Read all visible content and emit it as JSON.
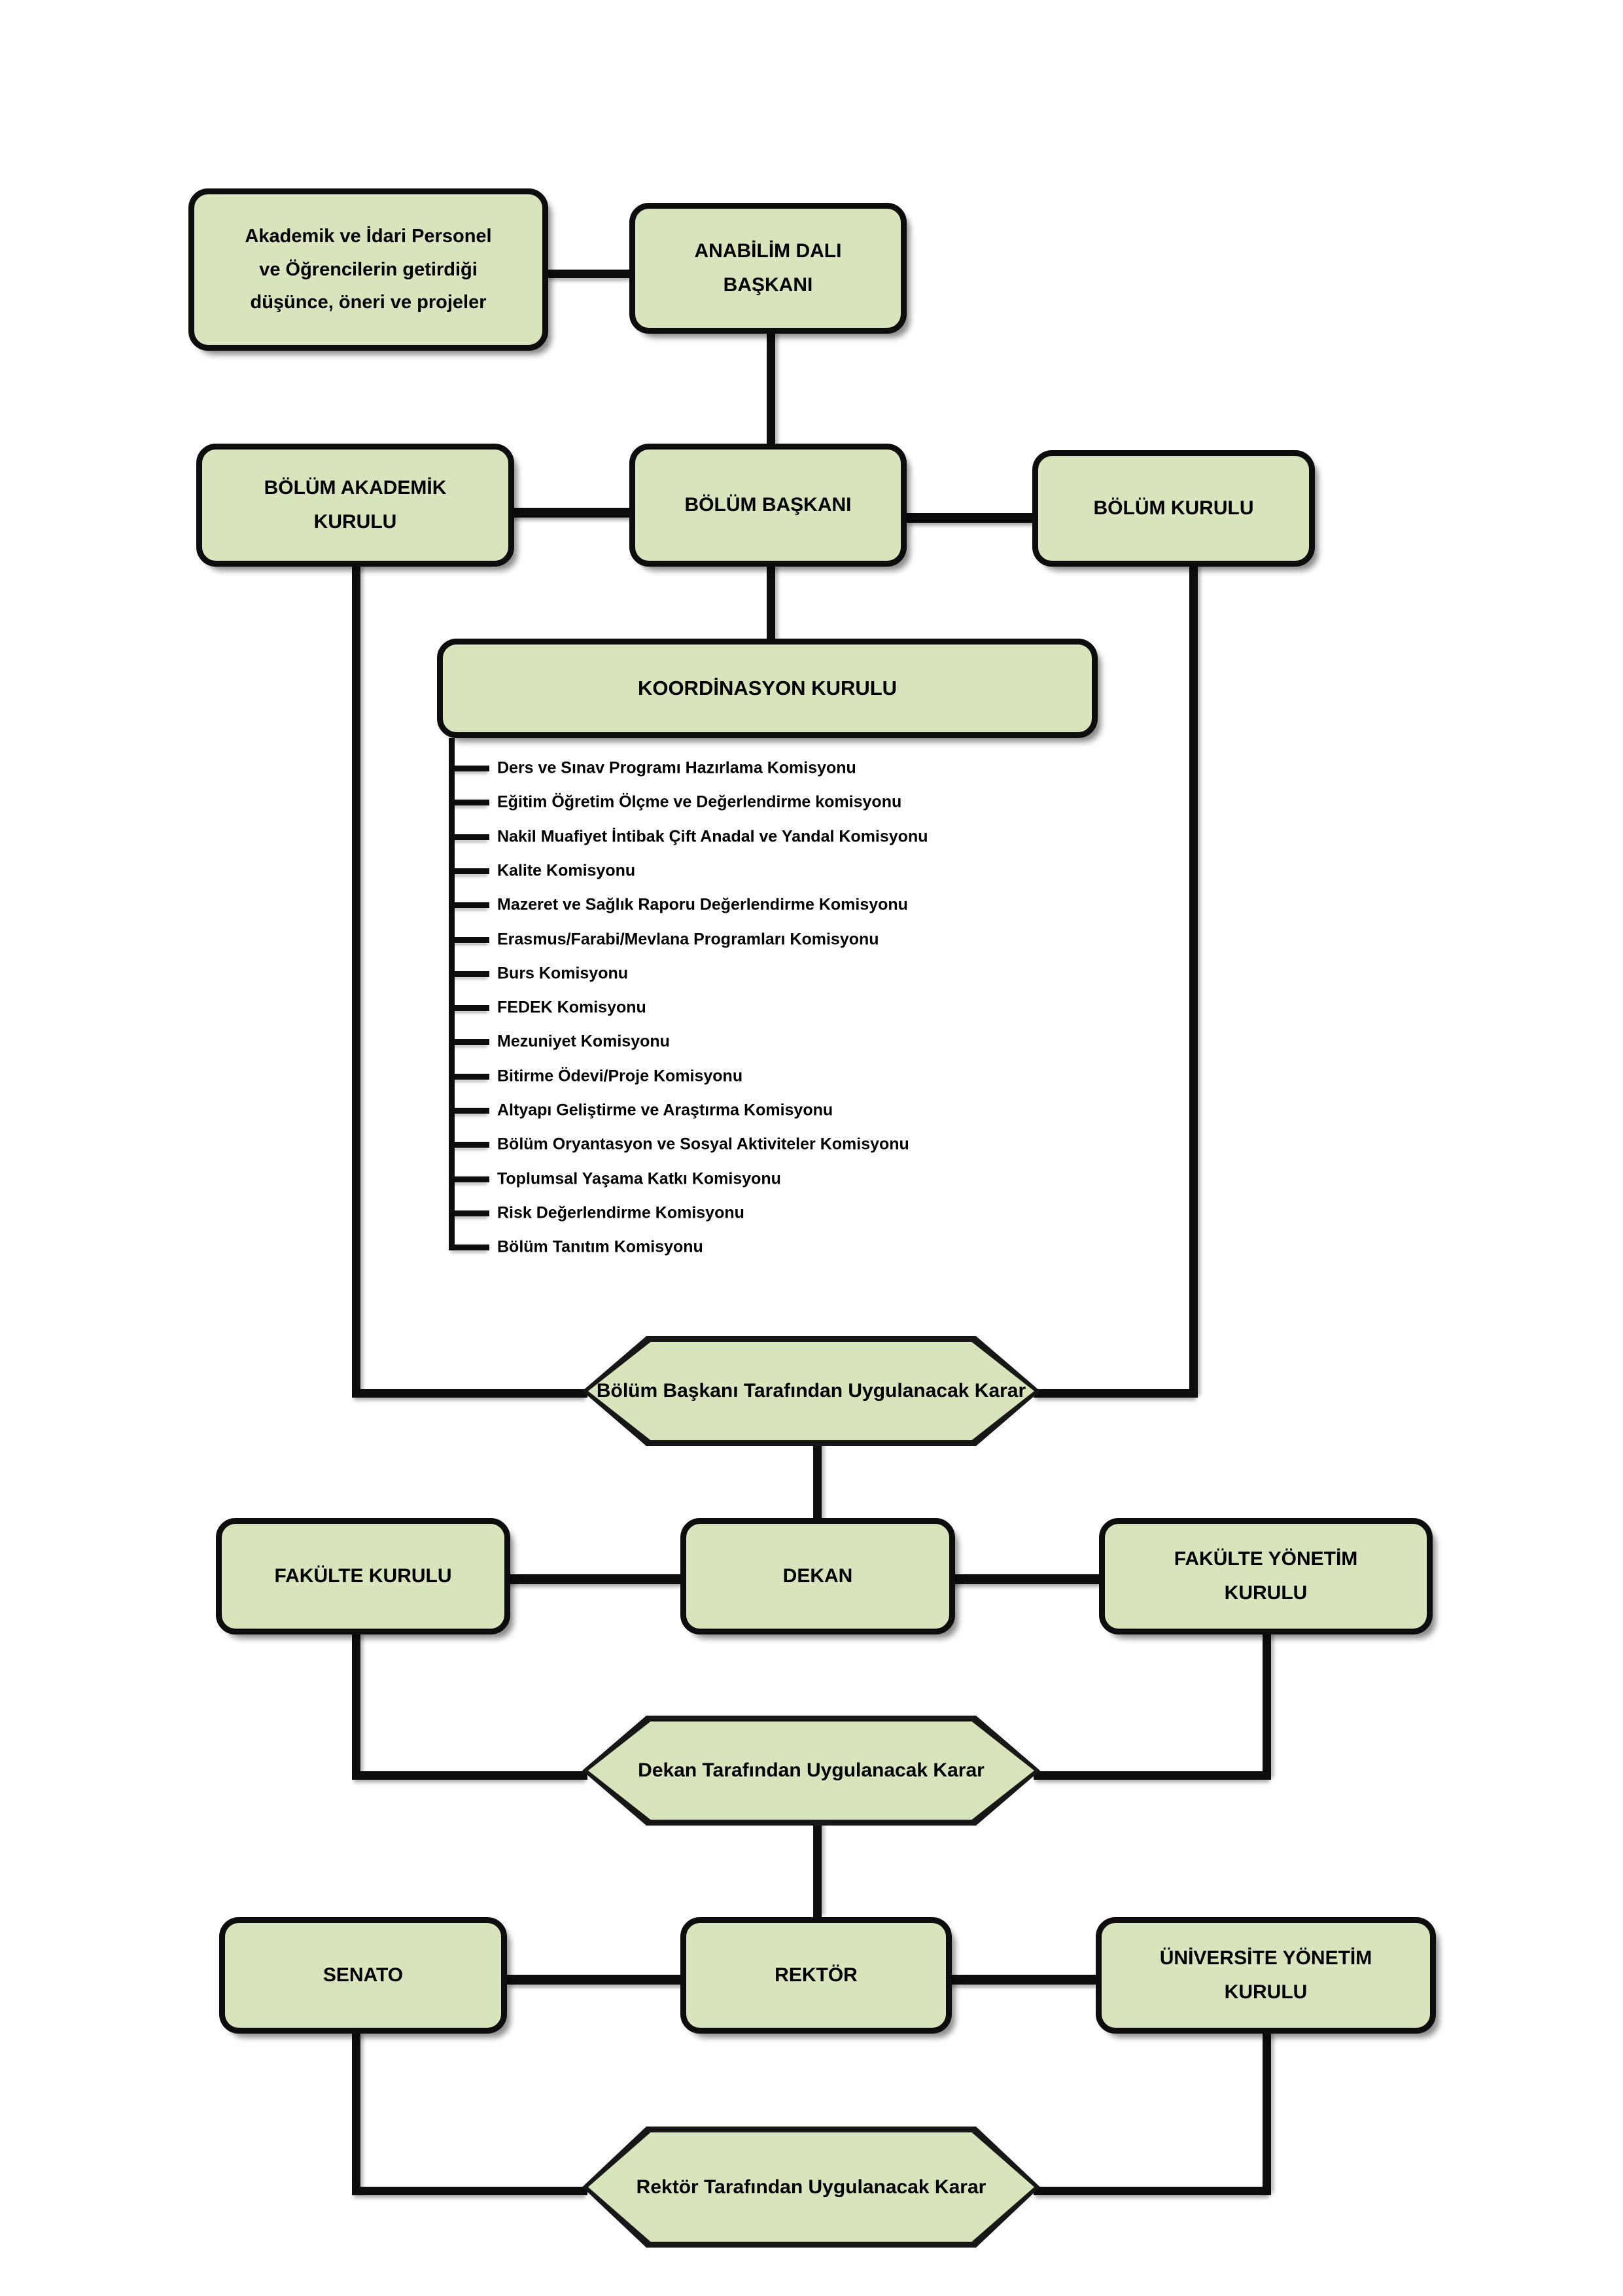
{
  "diagram": {
    "title": "Bölüm Karar Alma ve Uygulama Süreci Akış Şeması",
    "fill_color": "#D8E4BC",
    "border_color": "#0D0D0D",
    "nodes": {
      "input_box": "Akademik ve İdari Personel ve Öğrencilerin getirdiği düşünce, öneri ve projeler",
      "input_line1": "Akademik ve İdari Personel",
      "input_line2": "ve Öğrencilerin getirdiği",
      "input_line3": "düşünce, öneri ve projeler",
      "anabilim_line1": "ANABİLİM DALI",
      "anabilim_line2": "BAŞKANI",
      "bolum_akademik_line1": "BÖLÜM AKADEMİK",
      "bolum_akademik_line2": "KURULU",
      "bolum_baskani": "BÖLÜM BAŞKANI",
      "bolum_kurulu": "BÖLÜM KURULU",
      "koordinasyon": "KOORDİNASYON KURULU",
      "fakulte_kurulu": "FAKÜLTE KURULU",
      "dekan": "DEKAN",
      "fakulte_yonetim_line1": "FAKÜLTE YÖNETİM",
      "fakulte_yonetim_line2": "KURULU",
      "senato": "SENATO",
      "rektor": "REKTÖR",
      "universite_yonetim_line1": "ÜNİVERSİTE YÖNETİM",
      "universite_yonetim_line2": "KURULU"
    },
    "decisions": {
      "bolum_baskani_karar_line1": "Bölüm Başkanı Tarafından",
      "bolum_baskani_karar_line2": "Uygulanacak Karar",
      "dekan_karar_line1": "Dekan Tarafından",
      "dekan_karar_line2": "Uygulanacak Karar",
      "rektor_karar_line1": "Rektör Tarafından",
      "rektor_karar_line2": "Uygulanacak Karar"
    },
    "commissions": [
      "Ders ve Sınav Programı Hazırlama Komisyonu",
      "Eğitim Öğretim Ölçme ve Değerlendirme komisyonu",
      "Nakil Muafiyet İntibak Çift Anadal ve Yandal Komisyonu",
      "Kalite Komisyonu",
      "Mazeret ve Sağlık Raporu Değerlendirme Komisyonu",
      "Erasmus/Farabi/Mevlana Programları Komisyonu",
      "Burs Komisyonu",
      "FEDEK Komisyonu",
      "Mezuniyet Komisyonu",
      "Bitirme Ödevi/Proje Komisyonu",
      "Altyapı Geliştirme ve Araştırma Komisyonu",
      "Bölüm Oryantasyon ve Sosyal Aktiviteler Komisyonu",
      "Toplumsal Yaşama Katkı Komisyonu",
      "Risk Değerlendirme Komisyonu",
      "Bölüm Tanıtım Komisyonu"
    ]
  }
}
